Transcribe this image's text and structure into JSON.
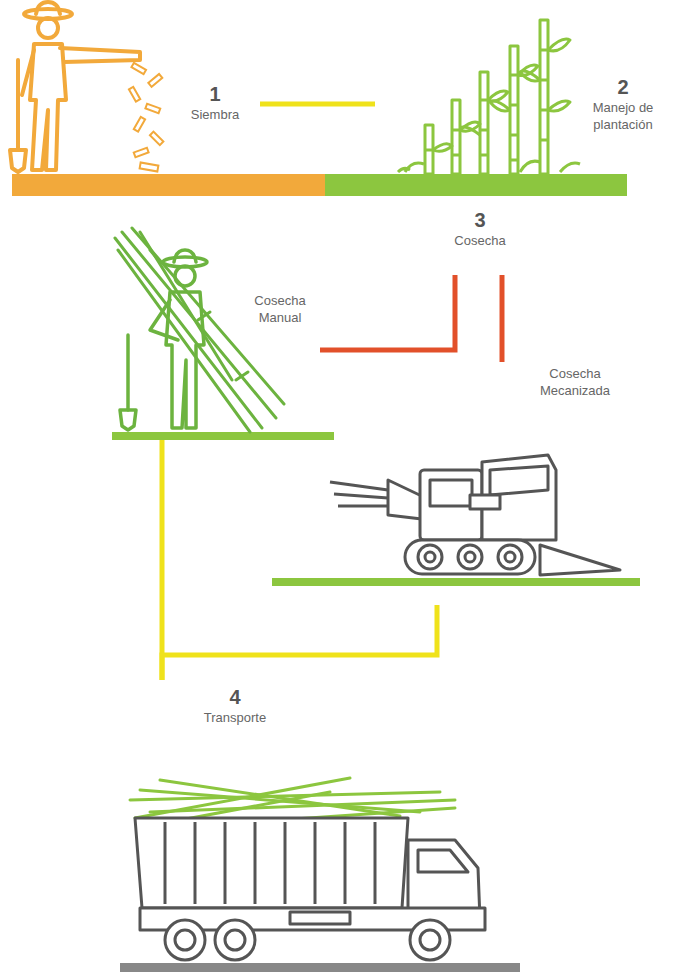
{
  "diagram": {
    "nodes": [
      {
        "text": [
          "1",
          "Siembra"
        ]
      },
      {
        "text": [
          "2",
          "Manejo de plantación"
        ]
      },
      {
        "text": [
          "3",
          "Cosecha"
        ]
      },
      {
        "text": [
          "Cosecha Manual"
        ]
      },
      {
        "text": [
          "Cosecha Mecanizada"
        ]
      },
      {
        "text": [
          "4",
          "Transporte"
        ]
      }
    ],
    "edges": [
      {
        "from": 0,
        "to": 1,
        "arrow": "none"
      },
      {
        "from": 2,
        "to": 3,
        "arrow": "none"
      },
      {
        "from": 2,
        "to": 4,
        "arrow": "none"
      },
      {
        "from": 3,
        "to": 5,
        "arrow": "none"
      },
      {
        "from": 4,
        "to": 5,
        "arrow": "none"
      }
    ]
  }
}
